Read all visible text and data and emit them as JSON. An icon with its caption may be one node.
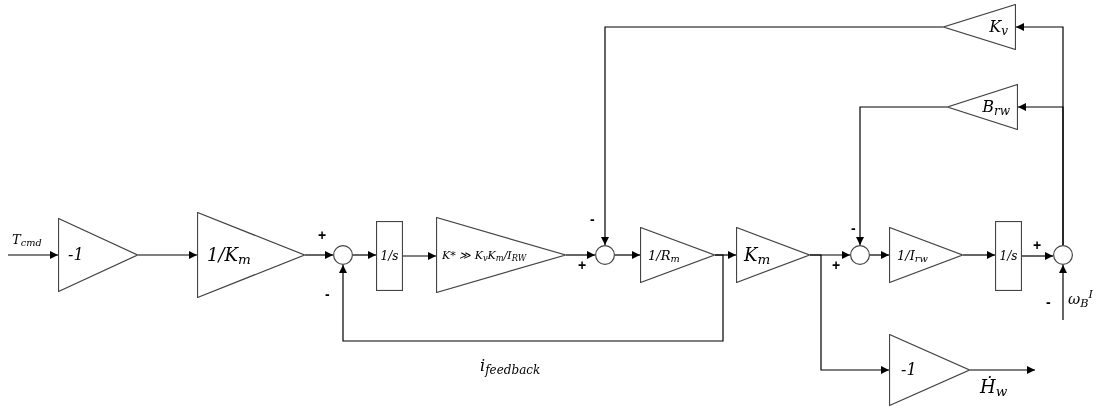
{
  "diagram": {
    "nodes": [
      {
        "text": [
          "-1"
        ]
      },
      {
        "text": [
          "1/K$_{m}$"
        ]
      },
      {
        "text": [],
        "shape": "circle"
      },
      {
        "text": [
          "1/s"
        ]
      },
      {
        "text": [
          "K* ≫ K$_{v}$K$_{m}$/I$_{RW}$"
        ]
      },
      {
        "text": [],
        "shape": "circle"
      },
      {
        "text": [
          "1/R$_{m}$"
        ]
      },
      {
        "text": [
          "K$_{m}$"
        ]
      },
      {
        "text": [],
        "shape": "circle"
      },
      {
        "text": [
          "1/I$_{rw}$"
        ]
      },
      {
        "text": [
          "1/s"
        ]
      },
      {
        "text": [],
        "shape": "circle"
      },
      {
        "text": [
          "K$_{v}$"
        ]
      },
      {
        "text": [
          "B$_{rw}$"
        ]
      },
      {
        "text": [
          "-1"
        ]
      }
    ],
    "edges": [
      {
        "from": null,
        "to": 0,
        "arrow": "to",
        "label": "T$_{cmd}$"
      },
      {
        "from": 0,
        "to": 1,
        "arrow": "to"
      },
      {
        "from": 1,
        "to": 2,
        "arrow": "to"
      },
      {
        "from": 2,
        "to": 3,
        "arrow": "to"
      },
      {
        "from": 3,
        "to": 4,
        "arrow": "to"
      },
      {
        "from": 4,
        "to": 5,
        "arrow": "to"
      },
      {
        "from": 5,
        "to": 6,
        "arrow": "to"
      },
      {
        "from": 6,
        "to": 7,
        "arrow": "to"
      },
      {
        "from": 6,
        "to": 2,
        "arrow": "to",
        "label": "i$_{feedback}$"
      },
      {
        "from": 7,
        "to": 8,
        "arrow": "to"
      },
      {
        "from": 7,
        "to": 14,
        "arrow": "to"
      },
      {
        "from": 8,
        "to": 9,
        "arrow": "to"
      },
      {
        "from": 9,
        "to": 10,
        "arrow": "to"
      },
      {
        "from": 10,
        "to": 11,
        "arrow": "to"
      },
      {
        "from": null,
        "to": 11,
        "arrow": "to",
        "label": "ω$_{B}$$^{I}$"
      },
      {
        "from": 11,
        "to": 12,
        "arrow": "to"
      },
      {
        "from": 11,
        "to": 13,
        "arrow": "to"
      },
      {
        "from": 12,
        "to": 5,
        "arrow": "to"
      },
      {
        "from": 13,
        "to": 8,
        "arrow": "to"
      },
      {
        "from": 14,
        "to": null,
        "arrow": "to",
        "label": "Ḣ$_{w}$"
      }
    ],
    "labels": [
      "+",
      "-",
      "-",
      "+",
      "+",
      "-",
      "+",
      "-"
    ]
  }
}
